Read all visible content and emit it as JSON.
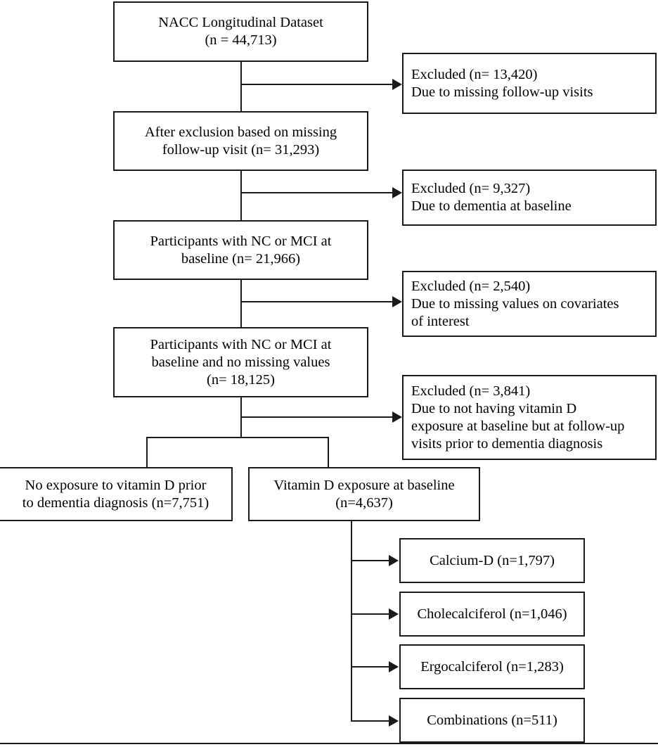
{
  "diagram": {
    "title": "NACC participant selection flowchart",
    "stroke_color": "#1a1a1a",
    "background_color": "#ffffff",
    "main_nodes": [
      {
        "id": "nacc-dataset",
        "lines": [
          "NACC Longitudinal Dataset",
          "(n = 44,713)"
        ]
      },
      {
        "id": "after-exclusion-missing-followup",
        "lines": [
          "After exclusion based on missing",
          "follow-up visit (n= 31,293)"
        ]
      },
      {
        "id": "nc-or-mci-baseline",
        "lines": [
          "Participants with NC or MCI at",
          "baseline (n= 21,966)"
        ]
      },
      {
        "id": "nc-or-mci-no-missing",
        "lines": [
          "Participants with NC or MCI at",
          "baseline and no missing values",
          "(n= 18,125)"
        ]
      }
    ],
    "exclusion_nodes": [
      {
        "id": "excluded-missing-followup",
        "lines": [
          "Excluded (n= 13,420)",
          "Due to missing follow-up visits"
        ]
      },
      {
        "id": "excluded-dementia-baseline",
        "lines": [
          "Excluded (n= 9,327)",
          "Due to dementia at baseline"
        ]
      },
      {
        "id": "excluded-missing-covariates",
        "lines": [
          "Excluded (n= 2,540)",
          "Due to missing values on covariates",
          "of interest"
        ]
      },
      {
        "id": "excluded-no-vitamin-d-baseline",
        "lines": [
          "Excluded (n= 3,841)",
          "Due to not having vitamin D",
          "exposure at baseline but at follow-up",
          "visits prior to dementia diagnosis"
        ]
      }
    ],
    "branch_nodes": [
      {
        "id": "no-exposure-vitamin-d",
        "lines": [
          "No exposure to vitamin D prior",
          "to dementia diagnosis (n=7,751)"
        ]
      },
      {
        "id": "vitamin-d-exposure-baseline",
        "lines": [
          "Vitamin D exposure at baseline",
          "(n=4,637)"
        ]
      }
    ],
    "supplement_nodes": [
      {
        "id": "calcium-d",
        "lines": [
          "Calcium-D (n=1,797)"
        ]
      },
      {
        "id": "cholecalciferol",
        "lines": [
          "Cholecalciferol (n=1,046)"
        ]
      },
      {
        "id": "ergocalciferol",
        "lines": [
          "Ergocalciferol (n=1,283)"
        ]
      },
      {
        "id": "combinations",
        "lines": [
          "Combinations (n=511)"
        ]
      }
    ]
  }
}
